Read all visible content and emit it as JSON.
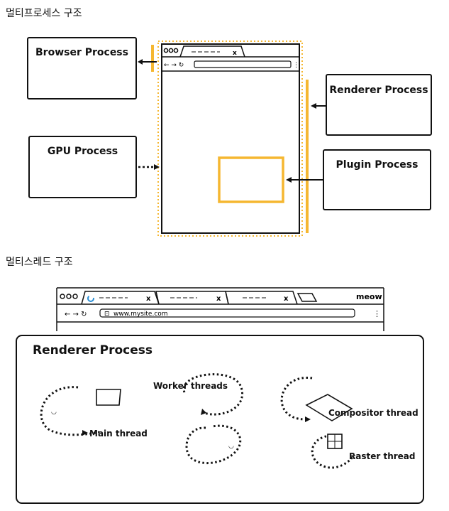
{
  "section_multiprocess": {
    "heading": "멀티프로세스 구조"
  },
  "section_multithread": {
    "heading": "멀티스레드 구조"
  },
  "processes": {
    "browser": "Browser Process",
    "gpu": "GPU Process",
    "renderer": "Renderer Process",
    "plugin": "Plugin Process"
  },
  "browser_ui": {
    "url": "www.mysite.com",
    "brand": "meow"
  },
  "renderer_panel": {
    "title": "Renderer Process",
    "threads": {
      "main": "Main thread",
      "worker": "Worker threads",
      "compositor": "Compositor thread",
      "raster": "Raster thread"
    }
  },
  "colors": {
    "accent": "#f5b731",
    "ink": "#111111",
    "tab_spinner": "#2b8fd6"
  }
}
